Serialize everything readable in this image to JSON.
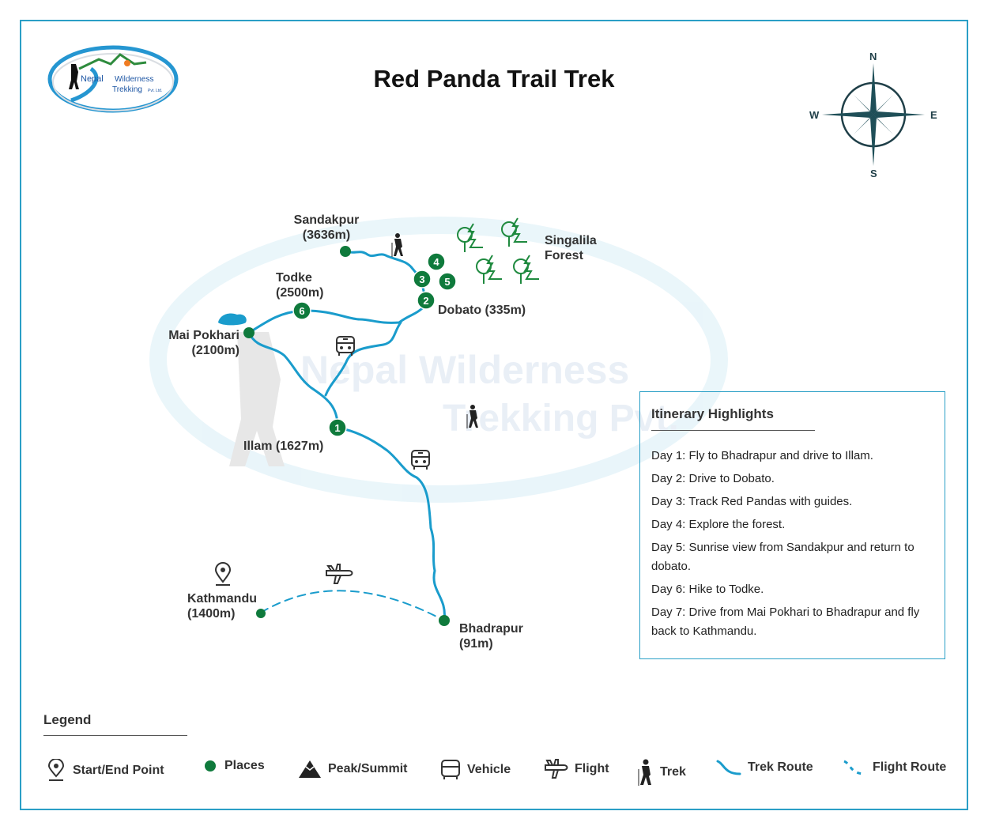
{
  "header": {
    "title": "Red Panda Trail Trek",
    "logo_text": [
      "Nepal",
      "Wilderness",
      "Trekking",
      "Pvt. Ltd."
    ]
  },
  "compass": {
    "n": "N",
    "s": "S",
    "e": "E",
    "w": "W"
  },
  "watermark": {
    "line1": "Nepal  Wilderness",
    "line2": "Trekking Pvt."
  },
  "map": {
    "places": {
      "sandakpur": {
        "name": "Sandakpur",
        "alt": "(3636m)"
      },
      "todke": {
        "name": "Todke",
        "alt": "(2500m)"
      },
      "mai_pokhari": {
        "name": "Mai Pokhari",
        "alt": "(2100m)"
      },
      "dobato": {
        "name": "Dobato (335m)"
      },
      "illam": {
        "name": "Illam (1627m)"
      },
      "kathmandu": {
        "name": "Kathmandu",
        "alt": "(1400m)"
      },
      "bhadrapur": {
        "name": "Bhadrapur",
        "alt": "(91m)"
      },
      "forest": {
        "name": "Singalila",
        "name2": "Forest"
      }
    },
    "stops": [
      "1",
      "2",
      "3",
      "4",
      "5",
      "6"
    ]
  },
  "itinerary": {
    "title": "Itinerary Highlights",
    "days": [
      "Day 1: Fly to Bhadrapur and drive to Illam.",
      "Day 2: Drive to Dobato.",
      "Day 3: Track Red Pandas with guides.",
      "Day 4: Explore the forest.",
      "Day 5: Sunrise view from Sandakpur and return to dobato.",
      "Day 6: Hike to Todke.",
      "Day 7: Drive from Mai Pokhari to Bhadrapur and fly back to Kathmandu."
    ]
  },
  "legend": {
    "title": "Legend",
    "items": [
      {
        "icon": "pin-icon",
        "label": "Start/End Point"
      },
      {
        "icon": "dot-icon",
        "label": "Places"
      },
      {
        "icon": "mountain-icon",
        "label": "Peak/Summit"
      },
      {
        "icon": "bus-icon",
        "label": "Vehicle"
      },
      {
        "icon": "plane-icon",
        "label": "Flight"
      },
      {
        "icon": "hiker-icon",
        "label": "Trek"
      },
      {
        "icon": "trek-route-icon",
        "label": "Trek Route"
      },
      {
        "icon": "flight-route-icon",
        "label": "Flight Route"
      }
    ]
  },
  "colors": {
    "frame": "#2a9fc6",
    "route": "#1a9ccc",
    "place": "#0f7a3c",
    "text": "#222222"
  }
}
